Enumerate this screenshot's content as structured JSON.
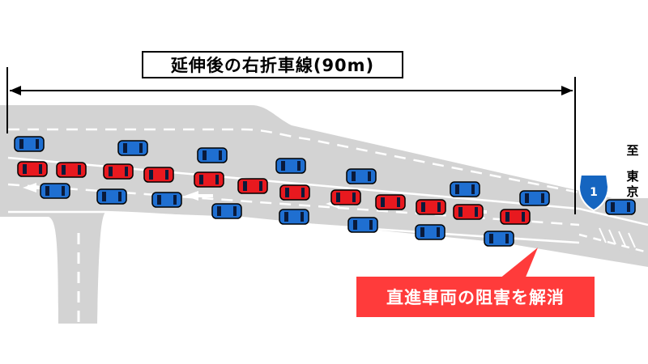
{
  "title": "延伸後の右折車線(90m)",
  "destination": {
    "prefix": "至",
    "name_line1": "東",
    "name_line2": "京"
  },
  "route_shield": {
    "number": "1"
  },
  "callout": "直進車両の阻害を解消",
  "colors": {
    "road": "#d3d3d3",
    "through_car": "#1f6fd1",
    "right_turn_car": "#e8191f",
    "callout": "#ff3b3b",
    "shield": "#1565c0",
    "lane_line": "#ffffff"
  },
  "icons": [
    "arrow-left-icon",
    "route-shield-icon"
  ]
}
